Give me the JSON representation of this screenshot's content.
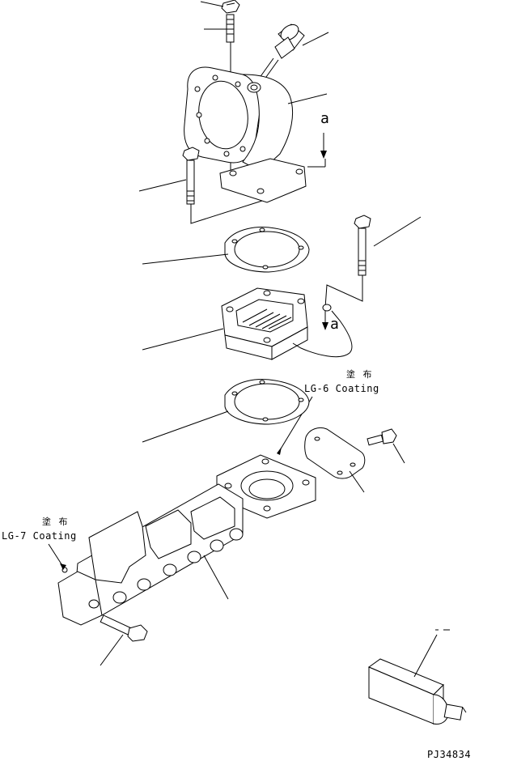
{
  "annotations": {
    "coating_lg6_jp": "塗 布",
    "coating_lg6": "LG-6 Coating",
    "coating_lg7_jp": "塗 布",
    "coating_lg7": "LG-7 Coating",
    "view_marker_top": "a",
    "view_marker_mid": "a",
    "drawing_number": "PJ34834"
  }
}
